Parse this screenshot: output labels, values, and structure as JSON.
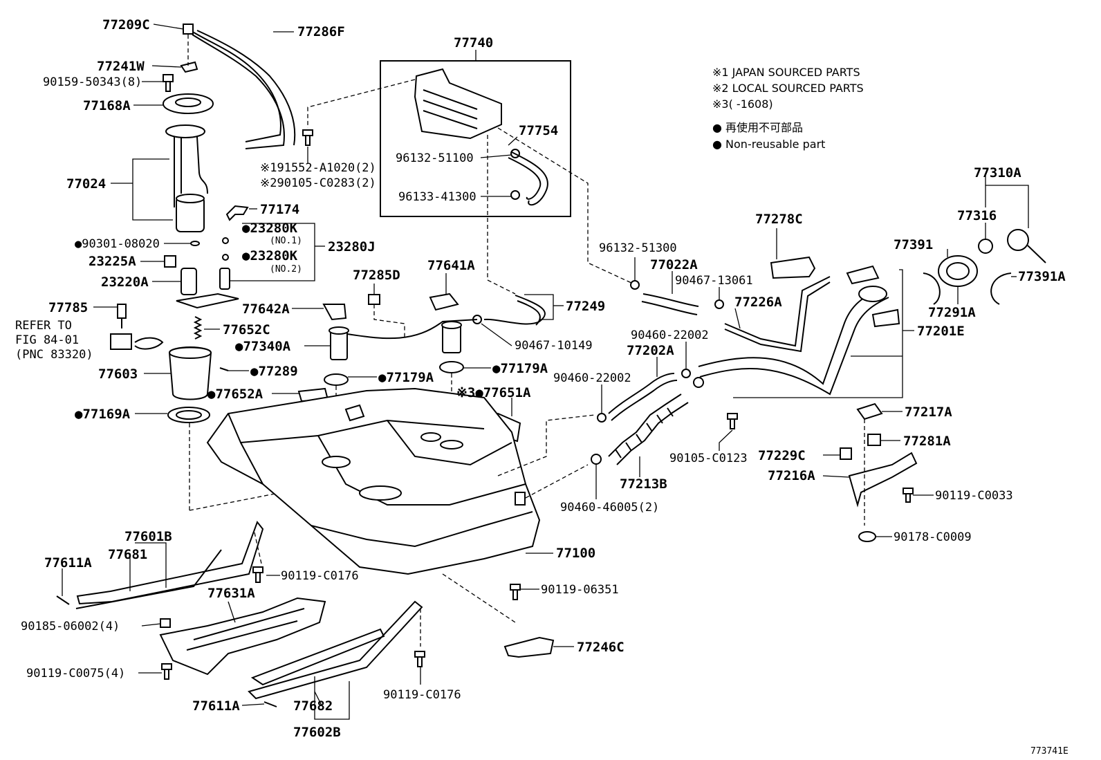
{
  "legend": {
    "line1": "※1 JAPAN SOURCED PARTS",
    "line2": "※2 LOCAL SOURCED PARTS",
    "line3": "※3(      -1608)",
    "line4": "● 再使用不可部品",
    "line5": "● Non-reusable part"
  },
  "labels": {
    "p77209C": "77209C",
    "p77286F": "77286F",
    "p77241W": "77241W",
    "p90159": "90159-50343(8)",
    "p77168A": "77168A",
    "p77024": "77024",
    "p77174": "77174",
    "p23280K1": "●23280K",
    "p23280K1sub": "(NO.1)",
    "p23280K2": "●23280K",
    "p23280K2sub": "(NO.2)",
    "p23280J": "23280J",
    "p90301": "●90301-08020",
    "p23225A": "23225A",
    "p23220A": "23220A",
    "p77785": "77785",
    "refer1": "REFER TO",
    "refer2": "FIG 84-01",
    "refer3": "(PNC 83320)",
    "p77652C": "77652C",
    "p77603": "77603",
    "p77289": "●77289",
    "p77652A": "●77652A",
    "p77169A": "●77169A",
    "p77740": "77740",
    "p77754": "77754",
    "p96132_51100": "96132-51100",
    "p96133_41300": "96133-41300",
    "p191552": "※191552-A1020(2)",
    "p290105": "※290105-C0283(2)",
    "p77285D": "77285D",
    "p77641A": "77641A",
    "p77642A": "77642A",
    "p77340A": "●77340A",
    "p77179A_a": "●77179A",
    "p77179A_b": "●77179A",
    "p77651A": "※3●77651A",
    "p77249": "77249",
    "p90467_10149": "90467-10149",
    "p96132_51300": "96132-51300",
    "p77022A": "77022A",
    "p90467_13061": "90467-13061",
    "p77278C": "77278C",
    "p77226A": "77226A",
    "p90460_22002a": "90460-22002",
    "p77202A": "77202A",
    "p90460_22002b": "90460-22002",
    "p77310A": "77310A",
    "p77316": "77316",
    "p77391": "77391",
    "p77391A": "77391A",
    "p77291A": "77291A",
    "p77201E": "77201E",
    "p77217A": "77217A",
    "p77281A": "77281A",
    "p77229C": "77229C",
    "p77216A": "77216A",
    "p90105_C0123": "90105-C0123",
    "p77213B": "77213B",
    "p90460_46005": "90460-46005(2)",
    "p90119_C0033": "90119-C0033",
    "p90178_C0009": "90178-C0009",
    "p77100": "77100",
    "p77601B": "77601B",
    "p77681": "77681",
    "p77611A_a": "77611A",
    "p90119_C0176a": "90119-C0176",
    "p77631A": "77631A",
    "p90185": "90185-06002(4)",
    "p90119_C0075": "90119-C0075(4)",
    "p90119_06351": "90119-06351",
    "p77246C": "77246C",
    "p90119_C0176b": "90119-C0176",
    "p77611A_b": "77611A",
    "p77682": "77682",
    "p77602B": "77602B",
    "figure_id": "773741E"
  }
}
